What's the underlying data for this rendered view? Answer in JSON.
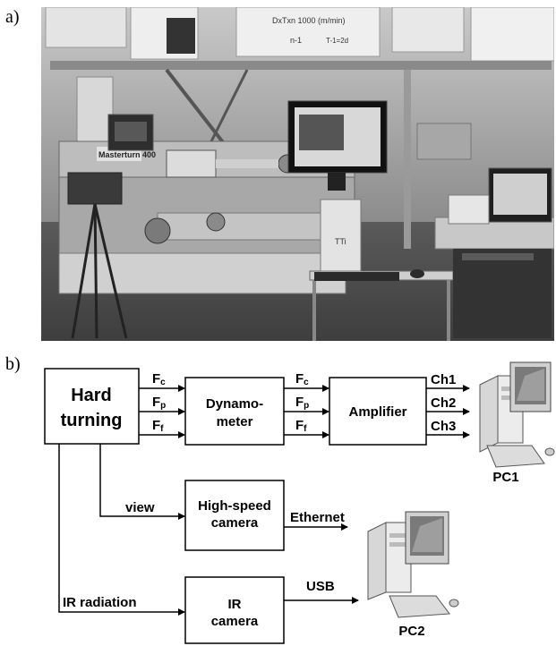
{
  "panel_a": {
    "letter": "a)"
  },
  "panel_b": {
    "letter": "b)"
  },
  "photo": {
    "lathe_badge": "Masterturn 400",
    "scale_text": "DxTxn 1000 (m/min)",
    "scale_text2": "n-1",
    "scale_text3": "T-1=2d",
    "pc_label": "TTi"
  },
  "diagram": {
    "hard_turning": {
      "line1": "Hard",
      "line2": "turning"
    },
    "dynamometer": {
      "line1": "Dynamo-",
      "line2": "meter"
    },
    "amplifier": {
      "label": "Amplifier"
    },
    "hs_camera": {
      "line1": "High-speed",
      "line2": "camera"
    },
    "ir_camera": {
      "line1": "IR",
      "line2": "camera"
    },
    "forces": [
      {
        "main": "F",
        "sub": "c"
      },
      {
        "main": "F",
        "sub": "p"
      },
      {
        "main": "F",
        "sub": "f"
      }
    ],
    "channels": [
      "Ch1",
      "Ch2",
      "Ch3"
    ],
    "view_label": "view",
    "ethernet_label": "Ethernet",
    "ir_radiation_label": "IR radiation",
    "usb_label": "USB",
    "pc1_label": "PC1",
    "pc2_label": "PC2"
  }
}
